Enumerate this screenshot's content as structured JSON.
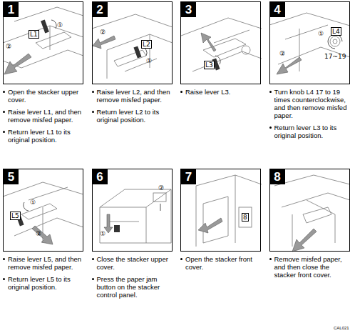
{
  "diagram": {
    "nodes": [
      {
        "text": [
          "1"
        ]
      },
      {
        "text": [
          "2"
        ]
      },
      {
        "text": [
          "3"
        ]
      },
      {
        "text": [
          "4"
        ]
      },
      {
        "text": [
          "5"
        ]
      },
      {
        "text": [
          "6"
        ]
      },
      {
        "text": [
          "7"
        ]
      },
      {
        "text": [
          "8"
        ]
      }
    ],
    "labels": [
      "L1",
      "①",
      "②",
      "Open the stacker upper cover.",
      "Raise lever L1, and then remove misfed paper.",
      "Return lever L1 to its original position.",
      "L2",
      "②",
      "①",
      "Raise lever L2, and then remove misfed paper.",
      "Return lever L2 to its original position.",
      "L3",
      "Raise lever L3.",
      "L4",
      "①",
      "②",
      "17~19",
      "Turn knob L4 17 to 19 times counterclockwise, and then remove misfed paper.",
      "Return lever L3 to its original position.",
      "①",
      "L5",
      "②",
      "Raise lever L5, and then remove misfed paper.",
      "Return lever L5 to its original position.",
      "①",
      "②",
      "Close the stacker upper cover.",
      "Press the paper jam button on the stacker control panel.",
      "8",
      "Open the stacker front cover.",
      "Remove misfed paper, and then close the stacker front cover.",
      "CAL021"
    ]
  }
}
